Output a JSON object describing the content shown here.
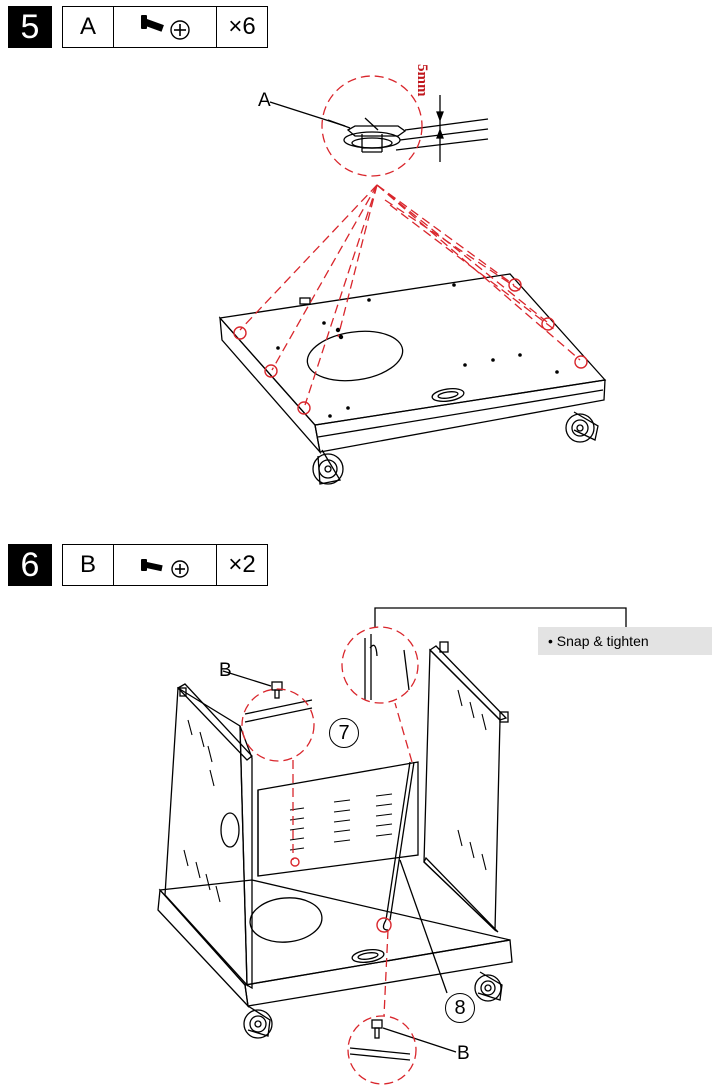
{
  "step5": {
    "number": "5",
    "part": "A",
    "qty": "×6",
    "icon": "bolt-with-phillips-screwdriver-icon"
  },
  "step6": {
    "number": "6",
    "part": "B",
    "qty": "×2",
    "icon": "bolt-with-phillips-screwdriver-icon"
  },
  "callouts": {
    "step5_part": "A",
    "dimension": "5mm",
    "step6_part_top": "B",
    "step6_part_bottom": "B",
    "panel_ref": "7",
    "rod_ref": "8",
    "note": "• Snap & tighten"
  },
  "colors": {
    "highlight": "#d9262c",
    "text": "#000000",
    "note_bg": "#e3e3e3"
  }
}
